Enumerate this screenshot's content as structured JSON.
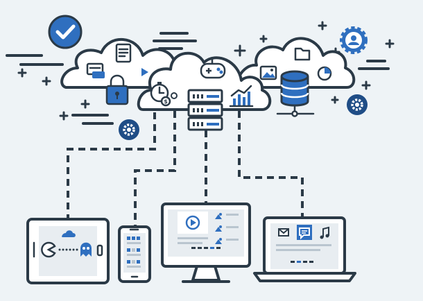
{
  "illustration": {
    "concept": "cloud-computing-network",
    "colors": {
      "outline": "#2b3a47",
      "accent": "#2f6fbf",
      "accent_dark": "#1f4d86",
      "background": "#eef3f6",
      "fill": "#ffffff",
      "screen": "#e8edf1"
    },
    "cloud_icons": [
      "document-icon",
      "chat-icon",
      "play-icon",
      "lock-icon",
      "stopwatch-icon",
      "coin-icon",
      "server-icon",
      "gamepad-icon",
      "analytics-icon",
      "folder-icon",
      "image-icon",
      "database-icon",
      "pie-chart-icon"
    ],
    "floating_icons": [
      "checkmark-badge-icon",
      "gear-icon",
      "user-gear-icon",
      "gear-badge-icon"
    ],
    "devices": [
      "tablet",
      "smartphone",
      "desktop-monitor",
      "laptop"
    ],
    "device_icons": [
      "pacman-icon",
      "ghost-icon",
      "cloud-mini-icon",
      "video-play-icon",
      "image-thumb-icon",
      "mail-icon",
      "message-icon",
      "music-note-icon"
    ]
  }
}
